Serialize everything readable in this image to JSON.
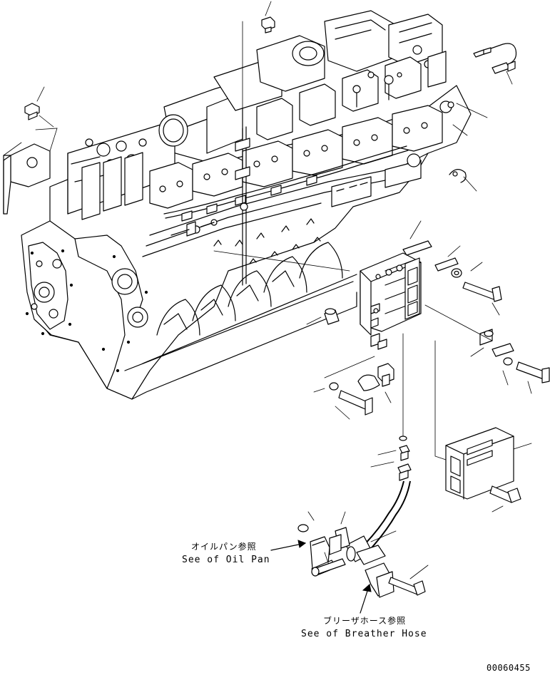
{
  "callouts": {
    "oil_pan_jp": "オイルパン参照",
    "oil_pan_en": "See of Oil Pan",
    "breather_jp": "ブリーザホース参照",
    "breather_en": "See of Breather Hose"
  },
  "drawing_number": "00060455"
}
